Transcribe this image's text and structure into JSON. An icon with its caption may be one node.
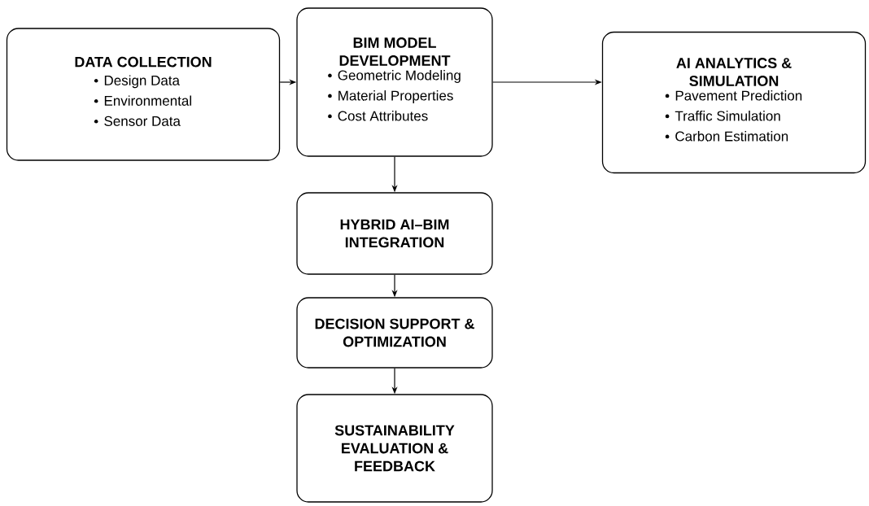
{
  "diagram": {
    "nodes": [
      {
        "text": [
          "DATA COLLECTION",
          "Design Data",
          "Environmental",
          "Sensor Data"
        ]
      },
      {
        "text": [
          "BIM MODEL DEVELOPMENT",
          "Geometric Modeling",
          "Material Properties",
          "Cost Attributes"
        ]
      },
      {
        "text": [
          "AI ANALYTICS & SIMULATION",
          "Pavement Prediction",
          "Traffic Simulation",
          "Carbon Estimation"
        ]
      },
      {
        "text": [
          "HYBRID AI–BIM INTEGRATION"
        ]
      },
      {
        "text": [
          "DECISION SUPPORT & OPTIMIZATION"
        ]
      },
      {
        "text": [
          "SUSTAINABILITY EVALUATION & FEEDBACK"
        ]
      }
    ],
    "edges": [
      {
        "from": 0,
        "to": 1,
        "arrow": "to"
      },
      {
        "from": 1,
        "to": 2,
        "arrow": "to"
      },
      {
        "from": 1,
        "to": 3,
        "arrow": "to"
      },
      {
        "from": 3,
        "to": 4,
        "arrow": "to"
      },
      {
        "from": 4,
        "to": 5,
        "arrow": "to"
      }
    ]
  }
}
